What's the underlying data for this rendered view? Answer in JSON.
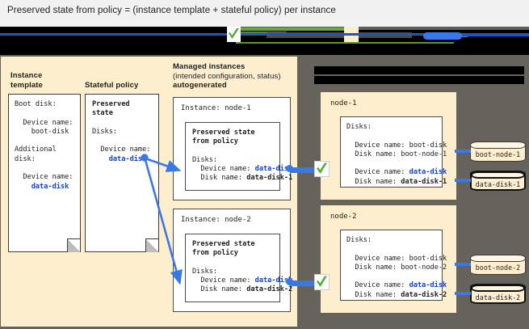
{
  "title": "Preserved state from policy = (instance template + stateful policy) per instance",
  "colors": {
    "accent_blue": "#1a3fd0",
    "connector_blue": "#3b78e7",
    "panel_cream": "#fdeecd",
    "stage_grey": "#66635c",
    "check_green": "#4caf2f"
  },
  "columns": {
    "instance_template": {
      "heading": "Instance\ntemplate"
    },
    "stateful_policy": {
      "heading": "Stateful policy"
    },
    "managed_instances": {
      "heading_line1": "Managed instances",
      "heading_line2": "(intended configuration, status)",
      "heading_line3": "autogenerated"
    }
  },
  "notes": {
    "instance_template": {
      "lines": [
        "Boot disk:",
        "",
        "  Device name:",
        "    boot-disk",
        "",
        "Additional",
        "disk:",
        "",
        "  Device name:",
        "    data-disk"
      ],
      "highlight": "data-disk"
    },
    "stateful_policy": {
      "title_line1": "Preserved",
      "title_line2": "state",
      "disks_label": "Disks:",
      "device_name_label": "Device name:",
      "device_name_value": "data-disk"
    }
  },
  "instances": [
    {
      "label": "Instance: node-1",
      "inner_title_line1": "Preserved state",
      "inner_title_line2": "from policy",
      "disks_label": "Disks:",
      "device_name_label": "Device name:",
      "device_name_value": "data-disk",
      "disk_name_label": "Disk name:",
      "disk_name_value": "data-disk-1"
    },
    {
      "label": "Instance: node-2",
      "inner_title_line1": "Preserved state",
      "inner_title_line2": "from policy",
      "disks_label": "Disks:",
      "device_name_label": "Device name:",
      "device_name_value": "data-disk",
      "disk_name_label": "Disk name:",
      "disk_name_value": "data-disk-2"
    }
  ],
  "nodes": [
    {
      "name": "node-1",
      "disks_label": "Disks:",
      "boot": {
        "device_name_label": "Device name:",
        "device_name_value": "boot-disk",
        "disk_name_label": "Disk name:",
        "disk_name_value": "boot-node-1"
      },
      "data": {
        "device_name_label": "Device name:",
        "device_name_value": "data-disk",
        "disk_name_label": "Disk name:",
        "disk_name_value": "data-disk-1"
      },
      "volumes": [
        {
          "label": "boot-node-1",
          "highlighted": false
        },
        {
          "label": "data-disk-1",
          "highlighted": true
        }
      ]
    },
    {
      "name": "node-2",
      "disks_label": "Disks:",
      "boot": {
        "device_name_label": "Device name:",
        "device_name_value": "boot-disk",
        "disk_name_label": "Disk name:",
        "disk_name_value": "boot-node-2"
      },
      "data": {
        "device_name_label": "Device name:",
        "device_name_value": "data-disk",
        "disk_name_label": "Disk name:",
        "disk_name_value": "data-disk-2"
      },
      "volumes": [
        {
          "label": "boot-node-2",
          "highlighted": false
        },
        {
          "label": "data-disk-2",
          "highlighted": true
        }
      ]
    }
  ],
  "icons": {
    "check": "green-check-icon"
  }
}
